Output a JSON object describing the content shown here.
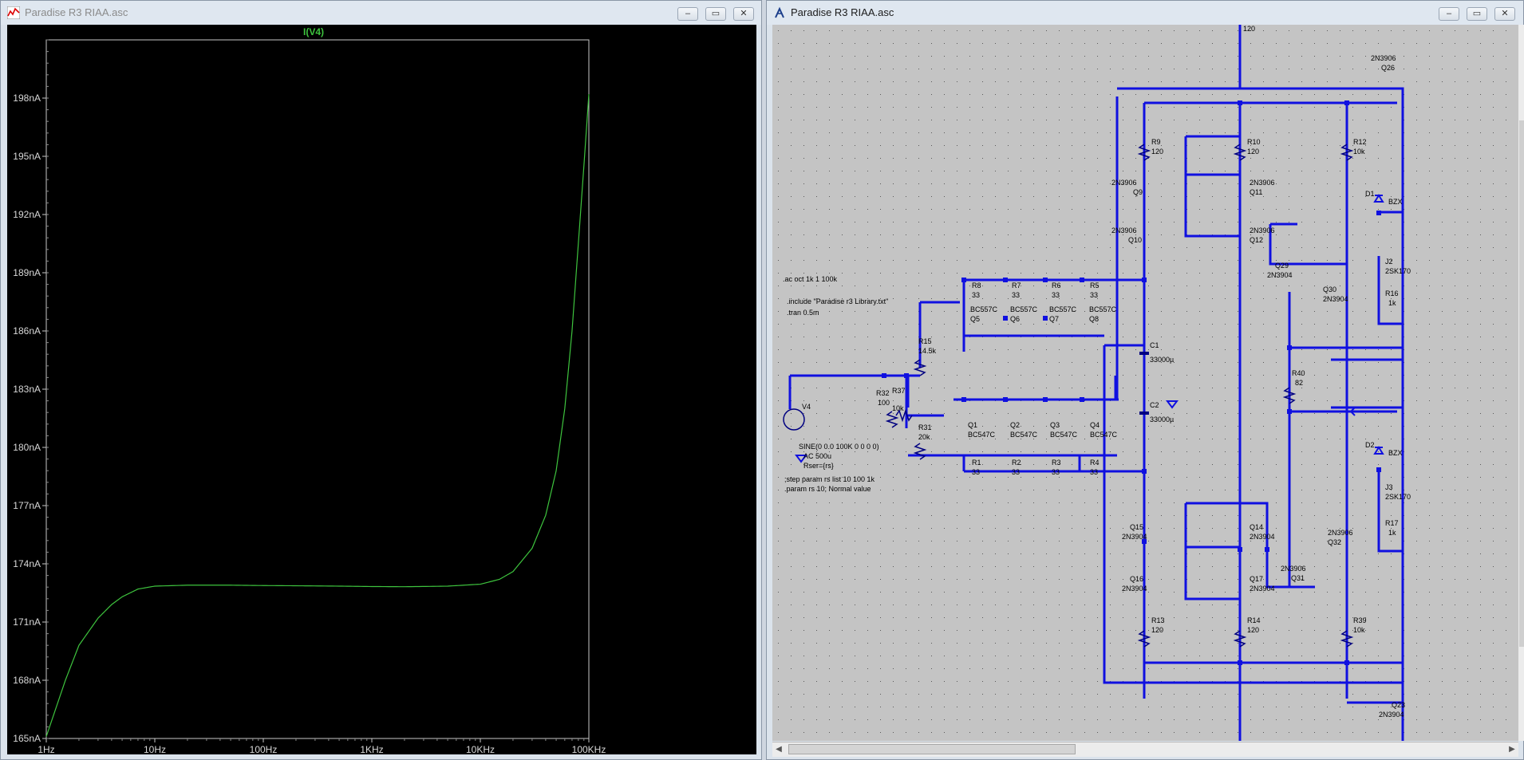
{
  "plot_window": {
    "title": "Paradise R3 RIAA.asc",
    "trace_label": "I(V4)"
  },
  "chart_data": {
    "type": "line",
    "title": "",
    "xlabel": "",
    "ylabel": "",
    "x_scale": "log",
    "xlim": [
      1,
      100000
    ],
    "ylim": [
      165,
      201
    ],
    "x_tick_labels": [
      "1Hz",
      "10Hz",
      "100Hz",
      "1KHz",
      "10KHz",
      "100KHz"
    ],
    "y_tick_labels": [
      "165nA",
      "168nA",
      "171nA",
      "174nA",
      "177nA",
      "180nA",
      "183nA",
      "186nA",
      "189nA",
      "192nA",
      "195nA",
      "198nA"
    ],
    "y_unit": "nA",
    "grid": false,
    "series": [
      {
        "name": "I(V4)",
        "color": "#3ec43e",
        "x": [
          1,
          1.5,
          2,
          3,
          4,
          5,
          7,
          10,
          20,
          50,
          100,
          200,
          500,
          1000,
          2000,
          5000,
          10000,
          15000,
          20000,
          30000,
          40000,
          50000,
          60000,
          70000,
          80000,
          90000,
          100000
        ],
        "y": [
          165.1,
          168.0,
          169.8,
          171.2,
          171.9,
          172.3,
          172.7,
          172.85,
          172.9,
          172.9,
          172.88,
          172.87,
          172.85,
          172.83,
          172.82,
          172.85,
          172.95,
          173.2,
          173.6,
          174.8,
          176.5,
          178.8,
          182.0,
          186.0,
          190.5,
          194.5,
          198.2
        ]
      }
    ]
  },
  "schematic_window": {
    "title": "Paradise R3 RIAA.asc",
    "directives": [
      ".ac oct 1k 1 100k",
      ".include \"Paradise r3 Library.txt\"",
      ".tran 0.5m",
      ";step param rs list 10 100 1k",
      ".param rs 10; Normal value"
    ],
    "source": {
      "ref": "V4",
      "line1": "SINE(0 0.0 100K 0 0 0 0)",
      "line2": "AC 500u",
      "line3": "Rser={rs}"
    },
    "labels": {
      "net_120": "120",
      "R32": "R32",
      "R32v": "100",
      "R37": "R37",
      "R37v": "10k",
      "R15": "R15",
      "R15v": "14.5k",
      "R31": "R31",
      "R31v": "20k",
      "R8": "R8",
      "R8v": "33",
      "R7": "R7",
      "R7v": "33",
      "R6": "R6",
      "R6v": "33",
      "R5": "R5",
      "R5v": "33",
      "Q5": "Q5",
      "Q5t": "BC557C",
      "Q6": "Q6",
      "Q6t": "BC557C",
      "Q7": "Q7",
      "Q7t": "BC557C",
      "Q8": "Q8",
      "Q8t": "BC557C",
      "Q1": "Q1",
      "Q1t": "BC547C",
      "Q2": "Q2",
      "Q2t": "BC547C",
      "Q3": "Q3",
      "Q3t": "BC547C",
      "Q4": "Q4",
      "Q4t": "BC547C",
      "R1": "R1",
      "R1v": "33",
      "R2": "R2",
      "R2v": "33",
      "R3": "R3",
      "R3v": "33",
      "R4": "R4",
      "R4v": "33",
      "R9": "R9",
      "R9v": "120",
      "R10": "R10",
      "R10v": "120",
      "R12": "R12",
      "R12v": "10k",
      "Q9": "Q9",
      "Q9t": "2N3906",
      "Q11": "Q11",
      "Q11t": "2N3906",
      "Q10": "Q10",
      "Q10t": "2N3906",
      "Q12": "Q12",
      "Q12t": "2N3906",
      "C1": "C1",
      "C1v": "33000µ",
      "C2": "C2",
      "C2v": "33000µ",
      "Q29": "Q29",
      "Q29t": "2N3904",
      "Q30": "Q30",
      "Q30t": "2N3904",
      "R40": "R40",
      "R40v": "82",
      "D1": "D1",
      "D1t": "BZX",
      "D2": "D2",
      "D2t": "BZX",
      "J2": "J2",
      "J2t": "2SK170",
      "J3": "J3",
      "J3t": "2SK170",
      "R16": "R16",
      "R16v": "1k",
      "R17": "R17",
      "R17v": "1k",
      "Q26": "Q26",
      "Q26t": "2N3906",
      "Q15": "Q15",
      "Q15t": "2N3904",
      "Q14": "Q14",
      "Q14t": "2N3904",
      "Q16": "Q16",
      "Q16t": "2N3904",
      "Q17": "Q17",
      "Q17t": "2N3904",
      "Q31": "Q31",
      "Q31t": "2N3906",
      "Q32": "Q32",
      "Q32t": "2N3906",
      "R13": "R13",
      "R13v": "120",
      "R14": "R14",
      "R14v": "120",
      "R39": "R39",
      "R39v": "10k",
      "Q23": "Q23",
      "Q23t": "2N3904"
    }
  },
  "controls": {
    "minimize": "–",
    "maximize": "▭",
    "close": "✕",
    "scroll_left": "◀",
    "scroll_right": "▶"
  },
  "colors": {
    "trace": "#3ec43e",
    "wire": "#1010e0",
    "plot_bg": "#000000",
    "schematic_bg": "#c4c4c4",
    "component": "#000080"
  }
}
